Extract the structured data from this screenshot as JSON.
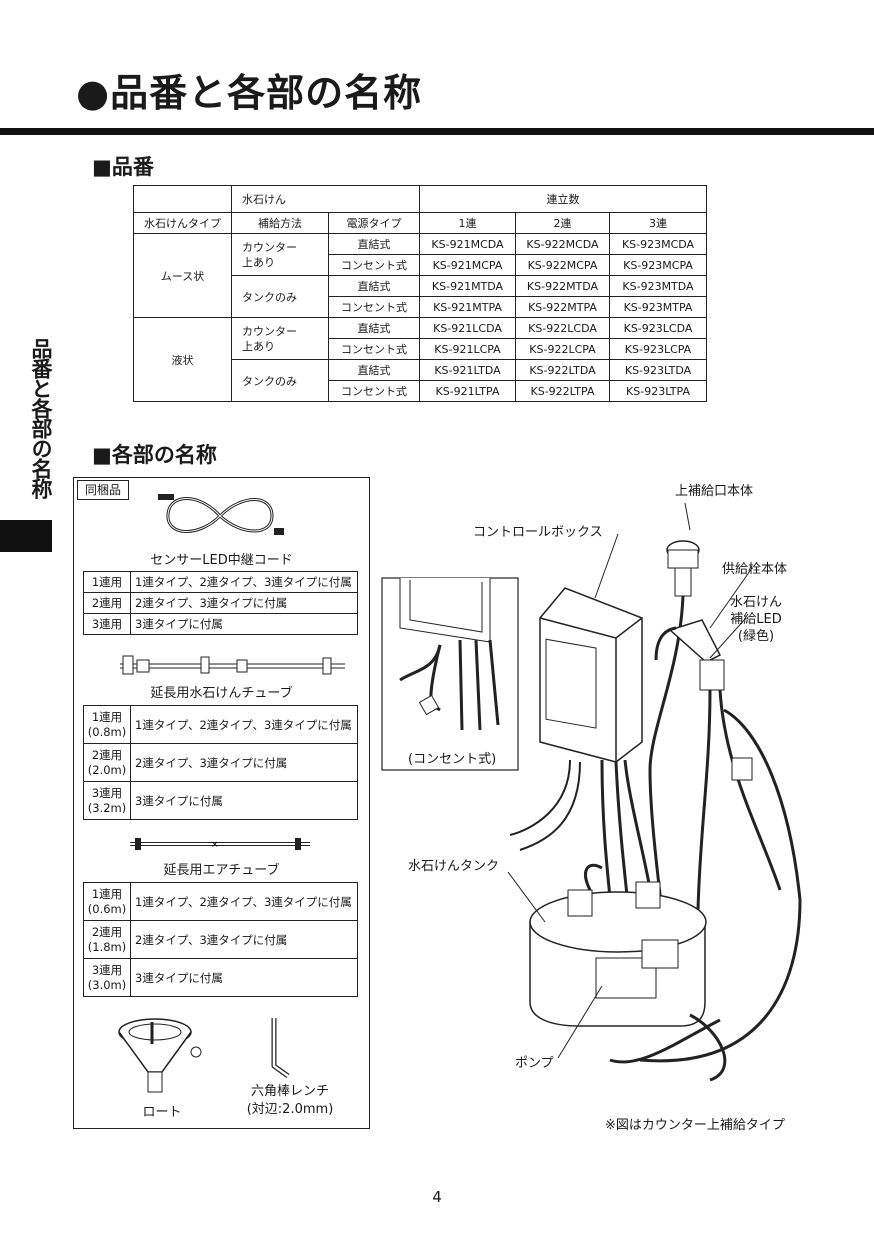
{
  "header": {
    "title": "●品番と各部の名称"
  },
  "side": {
    "label": "品番と各部の名称"
  },
  "sections": {
    "part_numbers": "■品番",
    "part_names": "■各部の名称"
  },
  "table": {
    "h1": {
      "soap": "水石けん",
      "count": "連立数"
    },
    "h2": {
      "type": "水石けんタイプ",
      "method": "補給方法",
      "power": "電源タイプ",
      "c1": "1連",
      "c2": "2連",
      "c3": "3連"
    },
    "mousse": "ムース状",
    "liquid": "液状",
    "counter_line1": "カウンター",
    "counter_line2": "上あり",
    "tank_only": "タンクのみ",
    "direct": "直結式",
    "outlet": "コンセント式",
    "rows": [
      [
        "KS-921MCDA",
        "KS-922MCDA",
        "KS-923MCDA"
      ],
      [
        "KS-921MCPA",
        "KS-922MCPA",
        "KS-923MCPA"
      ],
      [
        "KS-921MTDA",
        "KS-922MTDA",
        "KS-923MTDA"
      ],
      [
        "KS-921MTPA",
        "KS-922MTPA",
        "KS-923MTPA"
      ],
      [
        "KS-921LCDA",
        "KS-922LCDA",
        "KS-923LCDA"
      ],
      [
        "KS-921LCPA",
        "KS-922LCPA",
        "KS-923LCPA"
      ],
      [
        "KS-921LTDA",
        "KS-922LTDA",
        "KS-923LTDA"
      ],
      [
        "KS-921LTPA",
        "KS-922LTPA",
        "KS-923LTPA"
      ]
    ]
  },
  "accessories": {
    "label": "同梱品",
    "cord": {
      "name": "センサーLED中継コード",
      "rows": [
        {
          "k": "1連用",
          "v": "1連タイプ、2連タイプ、3連タイプに付属"
        },
        {
          "k": "2連用",
          "v": "2連タイプ、3連タイプに付属"
        },
        {
          "k": "3連用",
          "v": "3連タイプに付属"
        }
      ]
    },
    "soap_tube": {
      "name": "延長用水石けんチューブ",
      "rows": [
        {
          "k1": "1連用",
          "k2": "(0.8m)",
          "v": "1連タイプ、2連タイプ、3連タイプに付属"
        },
        {
          "k1": "2連用",
          "k2": "(2.0m)",
          "v": "2連タイプ、3連タイプに付属"
        },
        {
          "k1": "3連用",
          "k2": "(3.2m)",
          "v": "3連タイプに付属"
        }
      ]
    },
    "air_tube": {
      "name": "延長用エアチューブ",
      "rows": [
        {
          "k1": "1連用",
          "k2": "(0.6m)",
          "v": "1連タイプ、2連タイプ、3連タイプに付属"
        },
        {
          "k1": "2連用",
          "k2": "(1.8m)",
          "v": "2連タイプ、3連タイプに付属"
        },
        {
          "k1": "3連用",
          "k2": "(3.0m)",
          "v": "3連タイプに付属"
        }
      ]
    },
    "funnel": "ロート",
    "wrench1": "六角棒レンチ",
    "wrench2": "(対辺:2.0mm)"
  },
  "diagram": {
    "top_refill": "上補給口本体",
    "control_box": "コントロールボックス",
    "faucet": "供給栓本体",
    "led1": "水石けん",
    "led2": "補給LED",
    "led3": "(緑色)",
    "outlet_type": "(コンセント式)",
    "tank": "水石けんタンク",
    "pump": "ポンプ",
    "note": "※図はカウンター上補給タイプ"
  },
  "page": {
    "number": "4"
  }
}
